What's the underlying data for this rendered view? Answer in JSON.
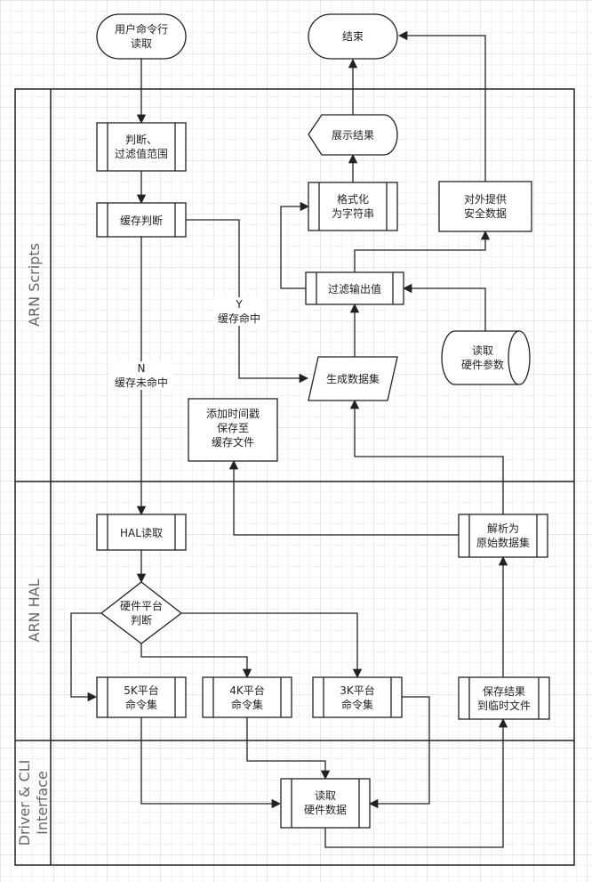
{
  "lanes": {
    "scripts": "ARN Scripts",
    "hal": "ARN HAL",
    "driver_line1": "Driver & CLI",
    "driver_line2": "Interface"
  },
  "nodes": {
    "start": [
      "用户命令行",
      "读取"
    ],
    "end": [
      "结束"
    ],
    "judge_filter": [
      "判断、",
      "过滤值范围"
    ],
    "cache_judge": [
      "缓存判断"
    ],
    "display": [
      "展示结果"
    ],
    "format": [
      "格式化",
      "为字符串"
    ],
    "external": [
      "对外提供",
      "安全数据"
    ],
    "filter_output": [
      "过滤输出值"
    ],
    "read_hw_param": [
      "读取",
      "硬件参数"
    ],
    "gen_dataset": [
      "生成数据集"
    ],
    "timestamp": [
      "添加时间戳",
      "保存至",
      "缓存文件"
    ],
    "hal_read": [
      "HAL读取"
    ],
    "hw_platform": [
      "硬件平台",
      "判断"
    ],
    "parse": [
      "解析为",
      "原始数据集"
    ],
    "cmd5k": [
      "5K平台",
      "命令集"
    ],
    "cmd4k": [
      "4K平台",
      "命令集"
    ],
    "cmd3k": [
      "3K平台",
      "命令集"
    ],
    "save_temp": [
      "保存结果",
      "到临时文件"
    ],
    "read_hw_data": [
      "读取",
      "硬件数据"
    ]
  },
  "edge_labels": {
    "cache_hit_y": "Y",
    "cache_hit": "缓存命中",
    "cache_miss_n": "N",
    "cache_miss": "缓存未命中"
  }
}
